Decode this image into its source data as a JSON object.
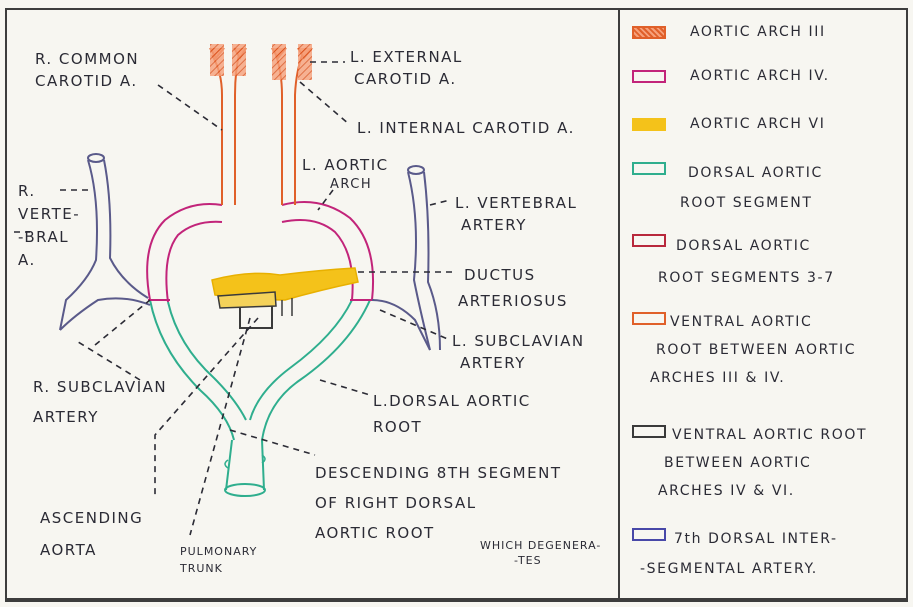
{
  "labels": {
    "r_common_carotid": [
      "R. COMMON",
      "CAROTID A."
    ],
    "l_external_carotid": [
      "L. EXTERNAL",
      "CAROTID A."
    ],
    "l_internal_carotid": "L. INTERNAL CAROTID A.",
    "l_aortic_arch": [
      "L. AORTIC",
      "ARCH"
    ],
    "r_vertebral": [
      "R.",
      "VERTE-",
      "-BRAL",
      "A."
    ],
    "l_vertebral": [
      "L. VERTEBRAL",
      "ARTERY"
    ],
    "ductus": [
      "DUCTUS",
      "ARTERIOSUS"
    ],
    "l_subclavian": [
      "L. SUBCLAVIAN",
      "ARTERY"
    ],
    "r_subclavian": [
      "R. SUBCLAVIAN",
      "ARTERY"
    ],
    "l_dorsal_root": [
      "L.DORSAL AORTIC",
      "ROOT"
    ],
    "descending": [
      "DESCENDING 8th SEGMENT",
      "OF RIGHT DORSAL",
      "AORTIC ROOT"
    ],
    "degenerates": [
      "WHICH DEGENERA-",
      "-TES"
    ],
    "ascending": [
      "ASCENDING",
      "AORTA"
    ],
    "pulmonary": [
      "PULMONARY",
      "TRUNK"
    ]
  },
  "legend": [
    {
      "text": [
        "AORTIC ARCH III"
      ],
      "swatch": "hatched",
      "color": "#e0602a"
    },
    {
      "text": [
        "AORTIC ARCH IV."
      ],
      "swatch": "outline",
      "color": "#c2247a"
    },
    {
      "text": [
        "AORTIC ARCH VI"
      ],
      "swatch": "fill",
      "color": "#f4c21a"
    },
    {
      "text": [
        "DORSAL AORTIC",
        "ROOT SEGMENT"
      ],
      "swatch": "outline",
      "color": "#2fae8e"
    },
    {
      "text": [
        "DORSAL AORTIC",
        "ROOT SEGMENTS 3-7"
      ],
      "swatch": "outline",
      "color": "#b8283c"
    },
    {
      "text": [
        "VENTRAL AORTIC",
        "ROOT BETWEEN AORTIC",
        "ARCHES III & IV."
      ],
      "swatch": "outline",
      "color": "#e0602a"
    },
    {
      "text": [
        "VENTRAL AORTIC ROOT",
        "BETWEEN AORTIC",
        "ARCHES IV & VI."
      ],
      "swatch": "outline",
      "color": "#3a3a3a"
    },
    {
      "text": [
        "7th DORSAL INTER-",
        "-SEGMENTAL ARTERY."
      ],
      "swatch": "outline",
      "color": "#4848a8"
    }
  ]
}
